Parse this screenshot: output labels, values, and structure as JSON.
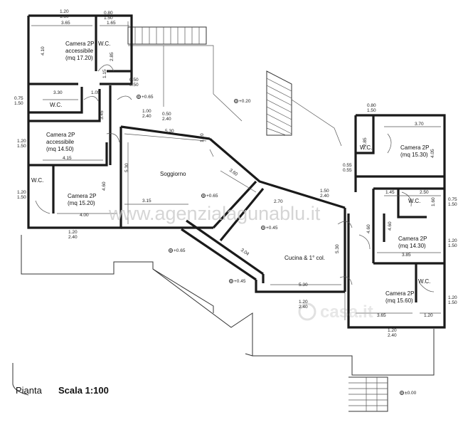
{
  "watermark": "www.agenzialagunablu.it",
  "footer": {
    "title": "Pianta",
    "scale": "Scala 1:100"
  },
  "rooms": [
    {
      "id": "camera-1",
      "lines": [
        "Camera 2P",
        "accessibile",
        "(mq 17.20)"
      ]
    },
    {
      "id": "wc-1",
      "lines": [
        "W.C."
      ]
    },
    {
      "id": "wc-2",
      "lines": [
        "W.C."
      ]
    },
    {
      "id": "camera-2",
      "lines": [
        "Camera 2P",
        "accessibile",
        "(mq 14.50)"
      ]
    },
    {
      "id": "wc-3",
      "lines": [
        "W.C."
      ]
    },
    {
      "id": "camera-3",
      "lines": [
        "Camera 2P",
        "(mq 15.20)"
      ]
    },
    {
      "id": "soggiorno",
      "lines": [
        "Soggiorno"
      ]
    },
    {
      "id": "cucina",
      "lines": [
        "Cucina & 1° col."
      ]
    },
    {
      "id": "camera-4",
      "lines": [
        "Camera 2P",
        "(mq 15.30)"
      ]
    },
    {
      "id": "wc-4",
      "lines": [
        "W.C."
      ]
    },
    {
      "id": "wc-5",
      "lines": [
        "W.C."
      ]
    },
    {
      "id": "camera-5",
      "lines": [
        "Camera 2P",
        "(mq 14.30)"
      ]
    },
    {
      "id": "wc-6",
      "lines": [
        "W.C."
      ]
    },
    {
      "id": "camera-6",
      "lines": [
        "Camera 2P",
        "(mq 15.60)"
      ]
    }
  ],
  "dimensions": [
    "3.65",
    "1.65",
    "2.85",
    "4.10",
    "3.30",
    "1.05",
    "1.15",
    "3.45",
    "4.15",
    "4.60",
    "4.00",
    "5.30",
    "3.15",
    "5.30",
    "1.20",
    "3.60",
    "2.70",
    "3.04",
    "5.30",
    "5.30",
    "3.70",
    "2.85",
    "4.05",
    "1.45",
    "2.50",
    "4.60",
    "3.85",
    "3.65",
    "1.20",
    "1.60",
    "4.60"
  ],
  "levels": [
    "+0.65",
    "+0.20",
    "+0.65",
    "+0.45",
    "+0.65",
    "+0.45",
    "±0.00"
  ],
  "stacked": [
    "1.20|1.60",
    "0.80|1.50",
    "0.50|0.50",
    "0.75|1.50",
    "1.20|1.50",
    "1.20|1.50",
    "1.00|2.40",
    "0.50|2.40",
    "1.50|2.40",
    "0.80|1.50",
    "0.55|0.55",
    "0.75|1.50",
    "1.20|1.50",
    "1.20|1.50",
    "1.20|2.40",
    "1.20|2.40",
    "1.20|2.40"
  ]
}
